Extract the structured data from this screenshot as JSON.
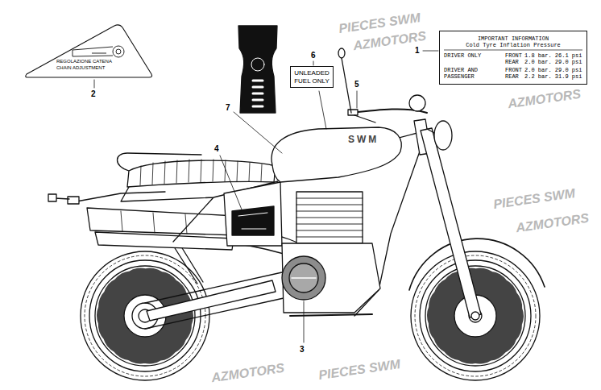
{
  "diagram": {
    "nodes": [
      {
        "text": [
          "IMPORTANT INFORMATION",
          "Cold Tyre Inflation Pressure",
          "DRIVER ONLY",
          "FRONT",
          "1.8 bar. 26.1 psi",
          "REAR",
          "2.0 bar. 29.0 psi",
          "DRIVER AND PASSENGER",
          "FRONT",
          "2.0 bar. 29.0 psi",
          "REAR",
          "2.2 bar. 31.9 psi"
        ]
      },
      {
        "text": [
          "REGOLAZIONE CATENA",
          "CHAIN ADJUSTMENT"
        ]
      },
      {
        "text": [
          "UNLEADED FUEL ONLY"
        ]
      }
    ],
    "labels": [
      "1",
      "2",
      "3",
      "4",
      "5",
      "6",
      "7",
      "SWM",
      "PIECES SWM",
      "AZMOTORS",
      "AZMOTORS",
      "PIECES SWM",
      "AZMOTORS",
      "PIECES SWM",
      "AZMOTORS"
    ]
  }
}
